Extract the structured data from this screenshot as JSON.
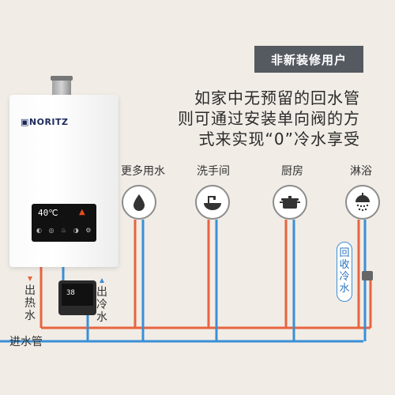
{
  "banner": {
    "title": "非新装修用户"
  },
  "description": {
    "lines": [
      "如家中无预留的回水管",
      "则可通过安装单向阀的方",
      "式来实现“0”冷水享受"
    ]
  },
  "heater": {
    "brand": "NORITZ",
    "display_temp": "40℃",
    "display_icons": "◐ ◎ ♨ ◑ ⚙"
  },
  "module": {
    "display_temp": "38"
  },
  "fixtures": [
    {
      "label": "更多用水",
      "icon": "water-drop-icon"
    },
    {
      "label": "洗手间",
      "icon": "sink-icon"
    },
    {
      "label": "厨房",
      "icon": "pot-icon"
    },
    {
      "label": "淋浴",
      "icon": "shower-icon"
    }
  ],
  "labels": {
    "hot_out": "出热水",
    "cold_out": "出冷水",
    "inlet": "进水管",
    "recycle": "回收冷水"
  },
  "colors": {
    "hot_pipe": "#e8643f",
    "cold_pipe": "#3b8fd6",
    "background": "#f1ece6"
  }
}
